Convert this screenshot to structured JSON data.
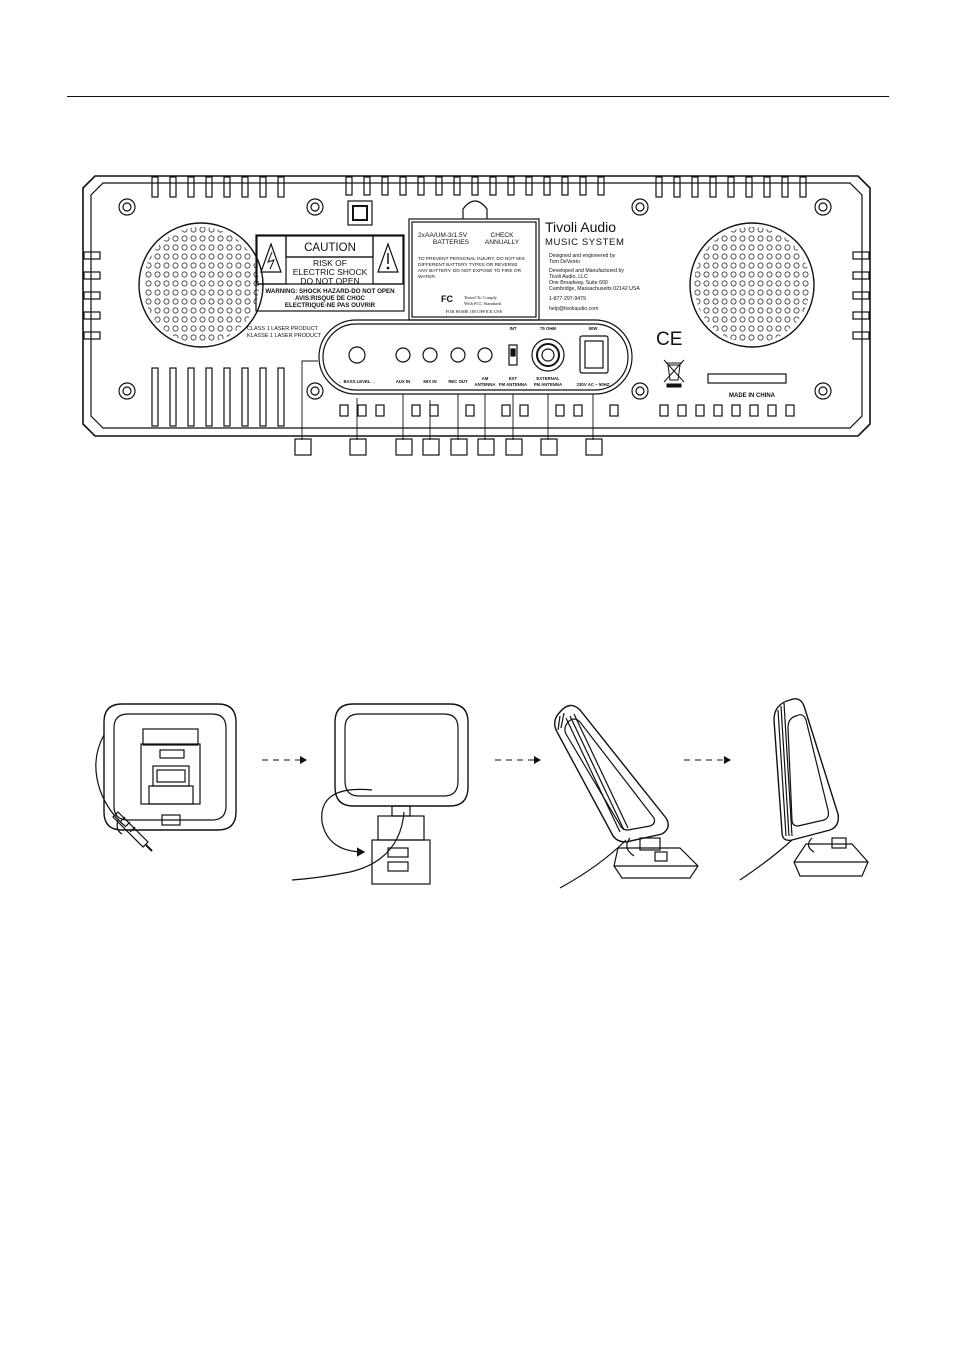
{
  "rear_panel": {
    "battery_label": {
      "line1a": "2xAA/UM-3/1.5V",
      "line1b": "CHECK",
      "line2a": "BATTERIES",
      "line2b": "ANNUALLY",
      "warning": [
        "TO PREVENT PERSONAL INJURY, DO NOT MIX",
        "DIFFERENT BATTERY TYPES OR REVERSE",
        "ANY BATTERY. DO NOT EXPOSE TO FIRE OR",
        "WATER."
      ],
      "fcc_mark": "FC",
      "fcc_text": [
        "Tested To Comply",
        "With FCC Standards"
      ],
      "home_use": "FOR HOME OR OFFICE USE"
    },
    "caution_label": {
      "title": "CAUTION",
      "risk_lines": [
        "RISK OF",
        "ELECTRIC SHOCK",
        "DO NOT OPEN"
      ],
      "warning_lines": [
        "WARNING: SHOCK HAZARD-DO NOT OPEN",
        "AVIS:RISQUE DE CHOC",
        "ELECTRIQUE-NE PAS OUVRIR"
      ]
    },
    "brand": {
      "name": "Tivoli Audio",
      "product": "MUSIC SYSTEM",
      "info_lines": [
        "Designed and engineered by",
        "Tom DeVesto",
        "",
        "Developed and Manufactured by",
        "Tivoli Audio, LLC",
        "One Broadway, Suite 600",
        "Cambridge, Massachusetts 02142 USA",
        "",
        "1-877-297-9479",
        "help@tivoliaudio.com"
      ]
    },
    "laser_lines": [
      "CLASS 1 LASER PRODUCT",
      "KLASSE 1 LASER PRODUCT"
    ],
    "ce_mark": "CE",
    "made_in": "MADE IN CHINA",
    "jack_top_labels": {
      "int": "INT",
      "ohm": "75 OHM",
      "power": "50W"
    },
    "connector_labels": {
      "bass": "← BASS LEVEL →",
      "aux": "AUX IN",
      "mix": "MIX IN",
      "rec": "REC  OUT",
      "am": [
        "AM",
        "ANTENNA"
      ],
      "ext": [
        "EXT",
        "FM ANTENNA"
      ],
      "fm": [
        "EXTERNAL",
        "FM ANTENNA"
      ],
      "ac": "230V AC ~ 50HZ"
    }
  },
  "callout_boxes": [
    "",
    "",
    "",
    "",
    "",
    "",
    "",
    "",
    "",
    ""
  ]
}
